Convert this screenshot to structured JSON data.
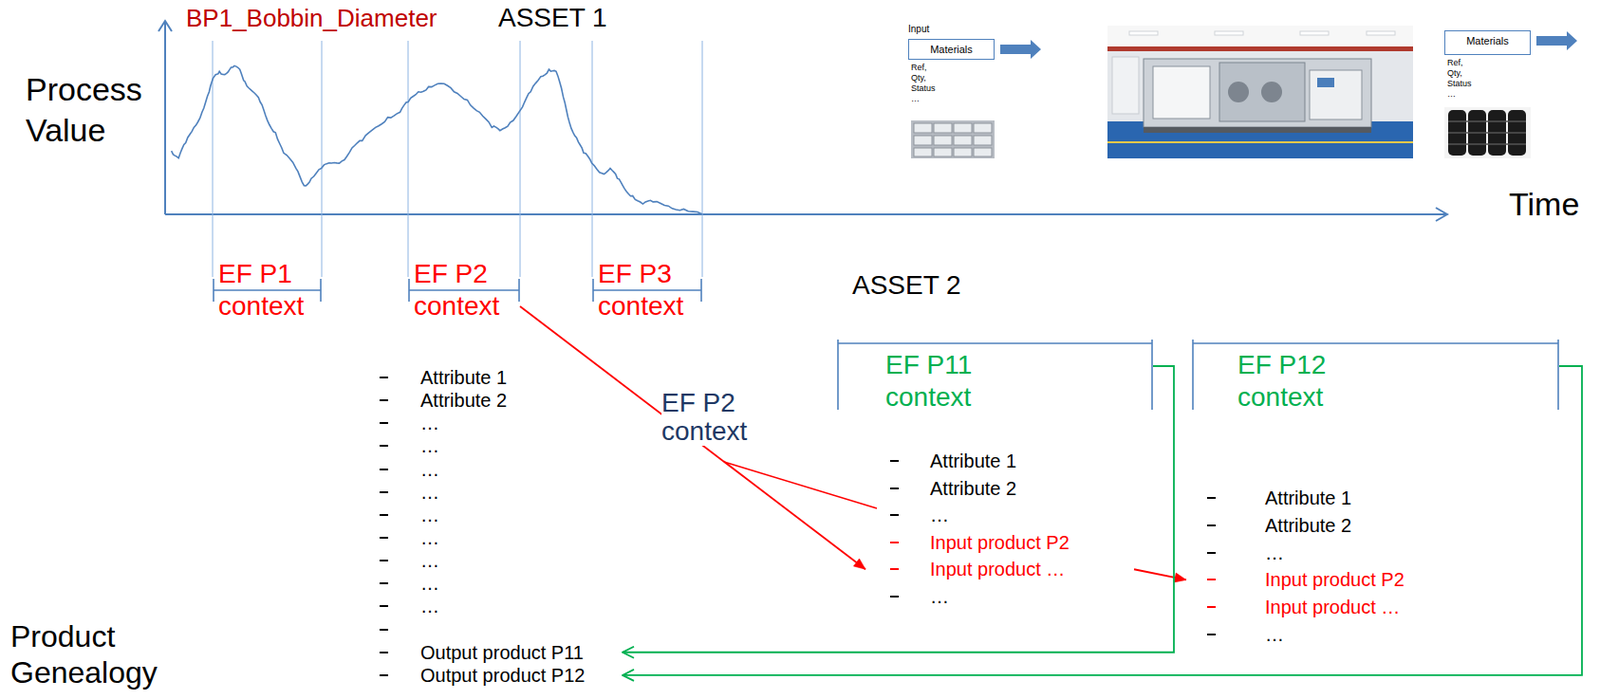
{
  "diagram": {
    "nodes": [
      {
        "text": [
          "Materials"
        ]
      },
      {
        "text": [
          "Materials"
        ]
      },
      {
        "text": [
          "EF P1 context"
        ]
      },
      {
        "text": [
          "EF P2 context"
        ]
      },
      {
        "text": [
          "EF P3 context"
        ]
      },
      {
        "text": [
          "EF P11 context"
        ]
      },
      {
        "text": [
          "EF P12 context"
        ]
      },
      {
        "text": [
          "Attribute 1",
          "Attribute 2",
          "…",
          "…",
          "…",
          "…",
          "…",
          "…",
          "…",
          "…",
          "…",
          "Output product P11",
          "Output product P12"
        ]
      },
      {
        "text": [
          "Attribute 1",
          "Attribute 2",
          "…",
          "Input product P2",
          "Input product …",
          "…"
        ]
      },
      {
        "text": [
          "Attribute 1",
          "Attribute 2",
          "…",
          "Input product P2",
          "Input product …",
          "…"
        ]
      }
    ],
    "edges": [
      {
        "from": 3,
        "to": 8,
        "arrow": "to",
        "label": "EF P2 context"
      },
      {
        "from": 8,
        "to": 9,
        "arrow": "to"
      },
      {
        "from": 5,
        "to": 7,
        "arrow": "to"
      },
      {
        "from": 6,
        "to": 7,
        "arrow": "to"
      }
    ],
    "labels": [
      "BP1_Bobbin_Diameter",
      "ASSET 1",
      "Input",
      "Ref,",
      "Qty,",
      "Status",
      "…",
      "Ref,",
      "Qty,",
      "Status",
      "…",
      "Process Value",
      "Time",
      "ASSET 2",
      "Product Genealogy"
    ]
  }
}
